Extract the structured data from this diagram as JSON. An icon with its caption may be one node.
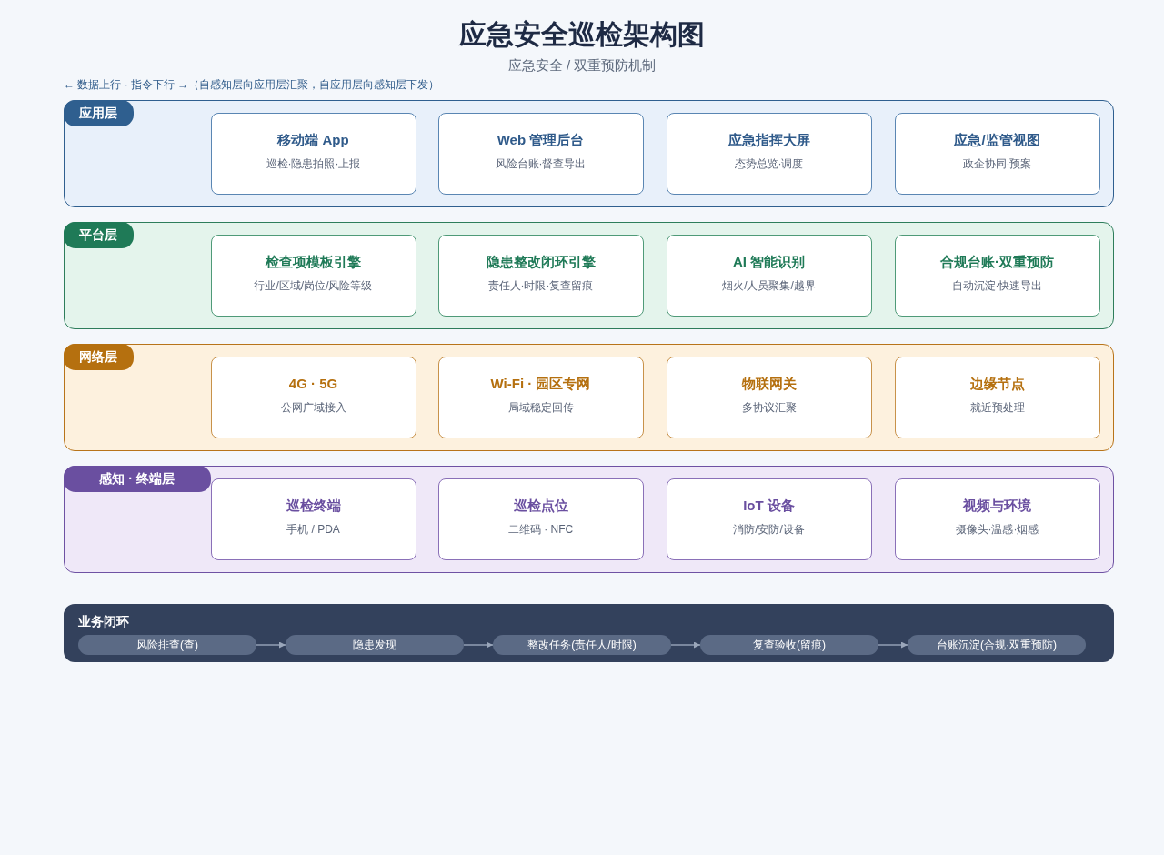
{
  "diagram": {
    "title": "应急安全巡检架构图",
    "nodes": [
      {
        "text": [
          "应用层"
        ]
      },
      {
        "text": [
          "移动端 App",
          "巡检·隐患拍照·上报"
        ],
        "in": 0
      },
      {
        "text": [
          "Web 管理后台",
          "风险台账·督查导出"
        ],
        "in": 0
      },
      {
        "text": [
          "应急指挥大屏",
          "态势总览·调度"
        ],
        "in": 0
      },
      {
        "text": [
          "应急/监管视图",
          "政企协同·预案"
        ],
        "in": 0
      },
      {
        "text": [
          "平台层"
        ]
      },
      {
        "text": [
          "检查项模板引擎",
          "行业/区域/岗位/风险等级"
        ],
        "in": 5
      },
      {
        "text": [
          "隐患整改闭环引擎",
          "责任人·时限·复查留痕"
        ],
        "in": 5
      },
      {
        "text": [
          "AI 智能识别",
          "烟火/人员聚集/越界"
        ],
        "in": 5
      },
      {
        "text": [
          "合规台账·双重预防",
          "自动沉淀·快速导出"
        ],
        "in": 5
      },
      {
        "text": [
          "网络层"
        ]
      },
      {
        "text": [
          "4G · 5G",
          "公网广域接入"
        ],
        "in": 10
      },
      {
        "text": [
          "Wi-Fi · 园区专网",
          "局域稳定回传"
        ],
        "in": 10
      },
      {
        "text": [
          "物联网关",
          "多协议汇聚"
        ],
        "in": 10
      },
      {
        "text": [
          "边缘节点",
          "就近预处理"
        ],
        "in": 10
      },
      {
        "text": [
          "感知 · 终端层"
        ]
      },
      {
        "text": [
          "巡检终端",
          "手机 / PDA"
        ],
        "in": 15
      },
      {
        "text": [
          "巡检点位",
          "二维码 · NFC"
        ],
        "in": 15
      },
      {
        "text": [
          "IoT 设备",
          "消防/安防/设备"
        ],
        "in": 15
      },
      {
        "text": [
          "视频与环境",
          "摄像头·温感·烟感"
        ],
        "in": 15
      },
      {
        "text": [
          "业务闭环"
        ]
      },
      {
        "text": [
          "风险排查(查)"
        ],
        "in": 20
      },
      {
        "text": [
          "隐患发现"
        ],
        "in": 20
      },
      {
        "text": [
          "整改任务(责任人/时限)"
        ],
        "in": 20
      },
      {
        "text": [
          "复查验收(留痕)"
        ],
        "in": 20
      },
      {
        "text": [
          "台账沉淀(合规·双重预防)"
        ],
        "in": 20
      }
    ],
    "edges": [
      {
        "from": 21,
        "to": 22,
        "arrow": "to"
      },
      {
        "from": 22,
        "to": 23,
        "arrow": "to"
      },
      {
        "from": 23,
        "to": 24,
        "arrow": "to"
      },
      {
        "from": 24,
        "to": 25,
        "arrow": "to"
      }
    ],
    "labels": [
      "应急安全 / 双重预防机制",
      "← 数据上行 · 指令下行 →（自感知层向应用层汇聚，自应用层向感知层下发）"
    ]
  }
}
